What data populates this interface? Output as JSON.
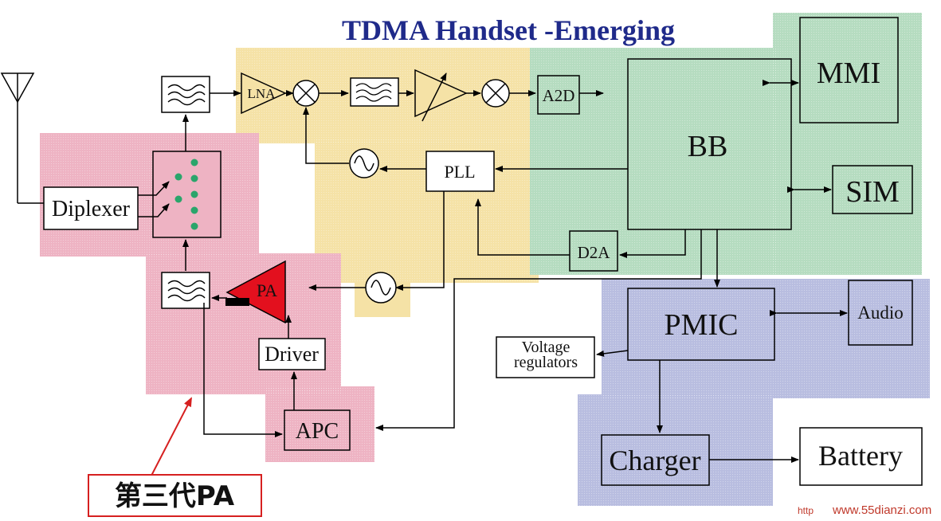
{
  "title": "TDMA Handset -Emerging",
  "blocks": {
    "lna": "LNA",
    "a2d": "A2D",
    "mmi": "MMI",
    "bb": "BB",
    "pll": "PLL",
    "sim": "SIM",
    "d2a": "D2A",
    "diplexer": "Diplexer",
    "pa": "PA",
    "driver": "Driver",
    "apc": "APC",
    "pmic": "PMIC",
    "audio": "Audio",
    "voltage_line1": "Voltage",
    "voltage_line2": "regulators",
    "charger": "Charger",
    "battery": "Battery"
  },
  "callout": "第三代PA",
  "watermark": {
    "prefix": "http",
    "site": "www.55dianzi.com"
  },
  "colors": {
    "rf_region": "#f5e2a6",
    "baseband_region": "#b5dcc0",
    "pa_region": "#eeb3c3",
    "power_region": "#b8bde0",
    "pa_fill": "#e3101e",
    "title": "#1f2a8a",
    "callout_border": "#d62020"
  }
}
